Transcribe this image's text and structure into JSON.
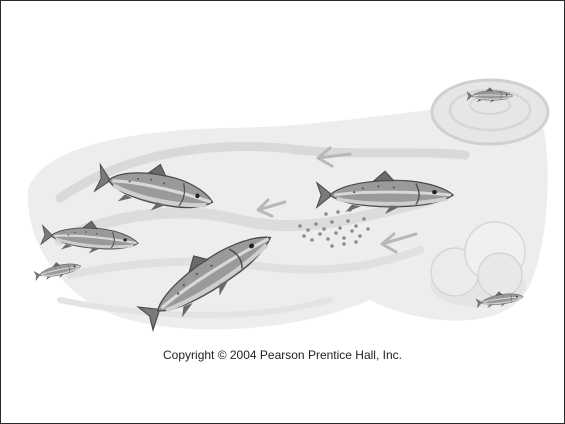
{
  "figure": {
    "copyright": "Copyright © 2004 Pearson Prentice Hall, Inc."
  },
  "colors": {
    "frame": "#2a2a2a",
    "region": "#ececec",
    "stream": "#dcdcdc",
    "fish_body": "#9a9a9a",
    "fish_dark": "#5e5e5e",
    "fish_light": "#d8d8d8",
    "egg": "#9a9a9a",
    "arrow": "#b8b8b8"
  },
  "illustration": {
    "subject": "salmon life cycle",
    "fish_icons": [
      "spawning-salmon",
      "ocean-salmon",
      "adult-salmon",
      "young-salmon",
      "fry-salmon",
      "juvenile-salmon",
      "egg-salmon"
    ],
    "arrow_count": 3
  }
}
